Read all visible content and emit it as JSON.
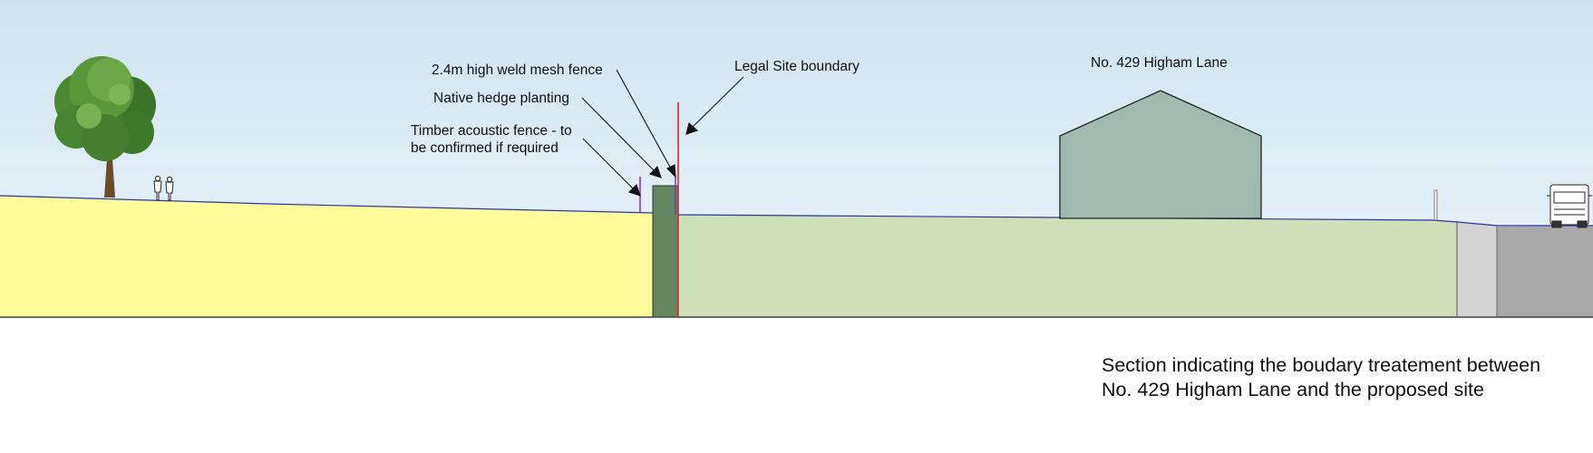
{
  "labels": {
    "fence_mesh": "2.4m high weld mesh fence",
    "hedge": "Native hedge planting",
    "timber_line1": "Timber acoustic fence - to",
    "timber_line2": "be confirmed if required",
    "boundary": "Legal Site boundary",
    "house": "No. 429 Higham Lane"
  },
  "caption": {
    "line1": "Section indicating the boudary treatement between",
    "line2": "No. 429 Higham Lane and the proposed site"
  },
  "colors": {
    "sky_top": "#cfe3ef",
    "sky_bottom": "#eef5fa",
    "proposed_site": "#fdfd9c",
    "garden": "#cde0b8",
    "hedge": "#648660",
    "house": "#a2b9af",
    "boundary_line": "#e0262b",
    "ground_line": "#2d35a8",
    "timber_fence": "#a35fc4",
    "verge": "#d3d3d3",
    "road": "#a9a9a9"
  }
}
